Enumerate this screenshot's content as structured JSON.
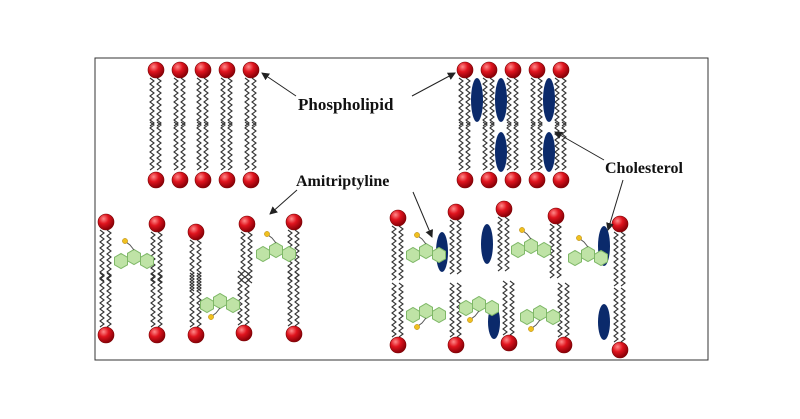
{
  "labels": {
    "phospholipid": "Phospholipid",
    "amitriptyline": "Amitriptyline",
    "cholesterol": "Cholesterol"
  },
  "icons": {
    "phospholipid": "phospholipid-icon",
    "cholesterol": "cholesterol-icon",
    "amitriptyline": "amitriptyline-icon"
  },
  "colors": {
    "head": "#e0141e",
    "head_highlight": "#ff8a8a",
    "tail": "#333333",
    "cholesterol": "#0b2a6b",
    "drug_fill": "#bfe3a6",
    "drug_stroke": "#7fb868",
    "drug_charge": "#f0c020",
    "frame": "#333333"
  }
}
